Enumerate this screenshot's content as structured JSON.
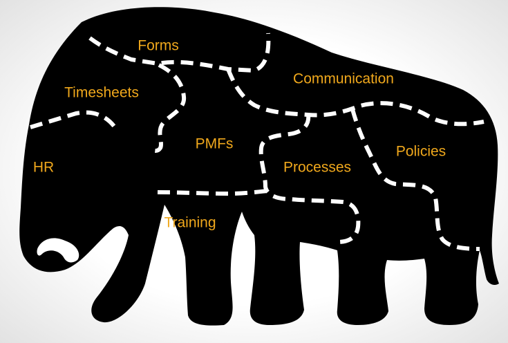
{
  "colors": {
    "silhouette": "#000000",
    "label": "#f0a81c",
    "divider": "#ffffff"
  },
  "labels": {
    "forms": "Forms",
    "communication": "Communication",
    "timesheets": "Timesheets",
    "pmfs": "PMFs",
    "hr": "HR",
    "processes": "Processes",
    "policies": "Policies",
    "training": "Training"
  }
}
